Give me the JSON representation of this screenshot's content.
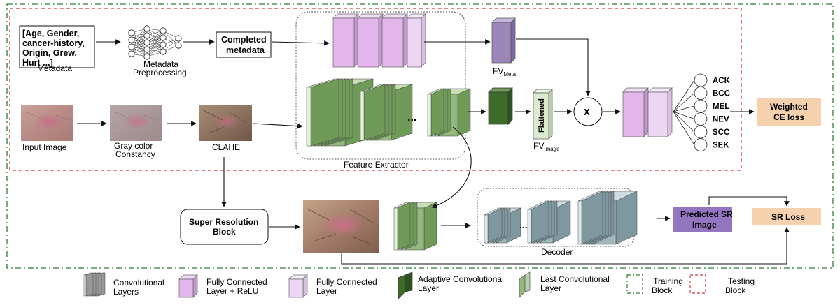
{
  "colors": {
    "training_border": "#2f7d32",
    "testing_border": "#d23a3a",
    "fc_relu": "#e2b6ea",
    "fc": "#ecd6f3",
    "fv_meta": "#9a86b9",
    "adaptive_conv": "#3d6b2a",
    "last_conv": "#93b77f",
    "last_conv_light": "#e6f1d9",
    "flattened": "#dcebd0",
    "decoder": "#9fb7bd",
    "loss_box": "#f5d2ad",
    "predicted_sr": "#9475c2"
  },
  "metadata": {
    "box_text": [
      "[Age, Gender,",
      "cancer-history,",
      "Origin, Grew,",
      "Hurt ...]"
    ],
    "label": "Metadata"
  },
  "preprocessing_label": [
    "Metadata",
    "Preprocessing"
  ],
  "completed_metadata": [
    "Completed",
    "metadata"
  ],
  "fv_meta": {
    "main": "FV",
    "sub": "Meta"
  },
  "fv_image": {
    "main": "FV",
    "sub": "Image"
  },
  "flattened_label": "Flattened",
  "images": {
    "input": "Input Image",
    "gray": [
      "Gray color",
      "Constancy"
    ],
    "clahe": "CLAHE"
  },
  "dots": "...",
  "feature_extractor_label": "Feature Extractor",
  "multiply_symbol": "X",
  "classes": [
    "ACK",
    "BCC",
    "MEL",
    "NEV",
    "SCC",
    "SEK"
  ],
  "weighted_loss": [
    "Weighted",
    "CE loss"
  ],
  "super_resolution": [
    "Super Resolution",
    "Block"
  ],
  "decoder_label": "Decoder",
  "predicted_sr": [
    "Predicted SR",
    "Image"
  ],
  "sr_loss": "SR Loss",
  "legend": {
    "conv": [
      "Convolutional",
      "Layers"
    ],
    "fc_relu": [
      "Fully Connected",
      "Layer + ReLU"
    ],
    "fc": [
      "Fully Connected",
      "Layer"
    ],
    "adaptive": [
      "Adaptive Convolutional",
      "Layer"
    ],
    "last_conv": [
      "Last Convolutional",
      "Layer"
    ],
    "training": [
      "Training",
      "Block"
    ],
    "testing": [
      "Testing",
      "Block"
    ]
  }
}
